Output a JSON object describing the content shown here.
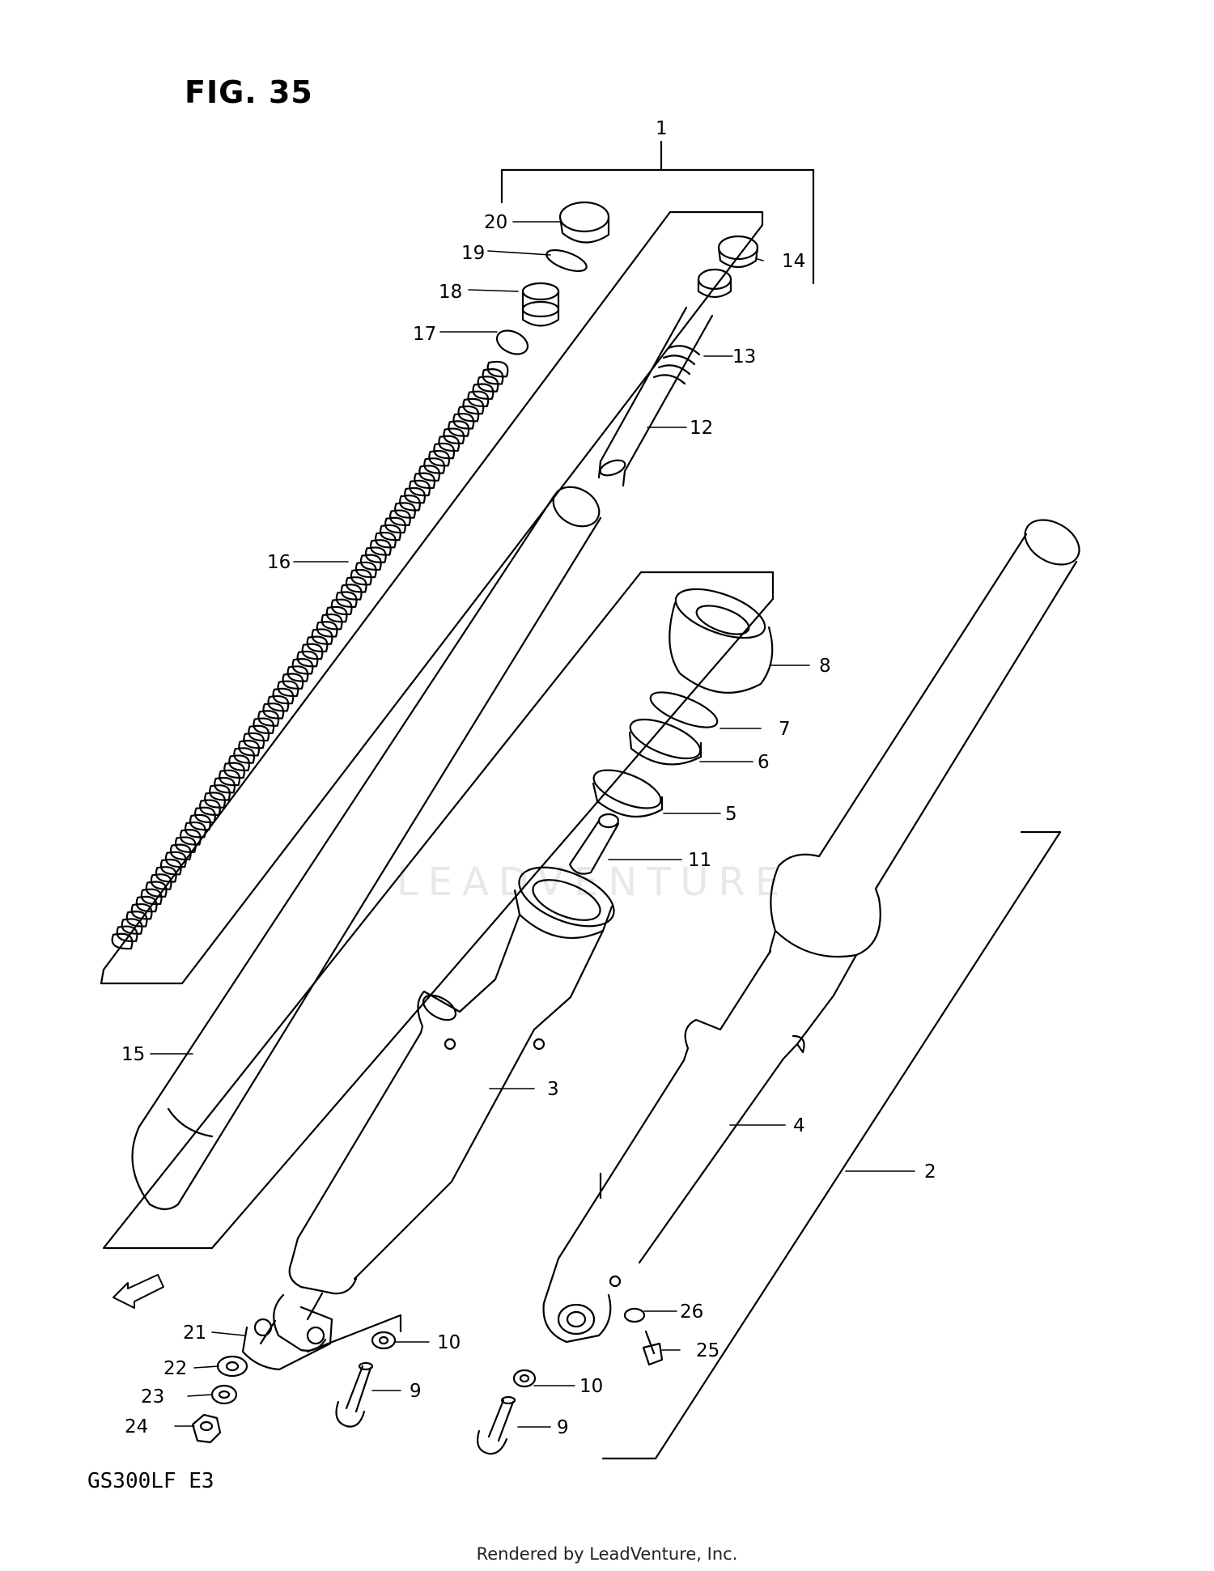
{
  "figure": {
    "title": "FIG. 35",
    "model": "GS300LF  E3",
    "footer": "Rendered by LeadVenture, Inc.",
    "watermark": "LEADVENTURE"
  },
  "fwd_label": "FWD",
  "callouts": {
    "c1": "1",
    "c2": "2",
    "c3": "3",
    "c4": "4",
    "c5": "5",
    "c6": "6",
    "c7": "7",
    "c8": "8",
    "c9a": "9",
    "c9b": "9",
    "c10a": "10",
    "c10b": "10",
    "c11": "11",
    "c12": "12",
    "c13": "13",
    "c14": "14",
    "c15": "15",
    "c16": "16",
    "c17": "17",
    "c18": "18",
    "c19": "19",
    "c20": "20",
    "c21": "21",
    "c22": "22",
    "c23": "23",
    "c24": "24",
    "c25": "25",
    "c26": "26"
  },
  "colors": {
    "line": "#000000",
    "background": "#ffffff"
  }
}
